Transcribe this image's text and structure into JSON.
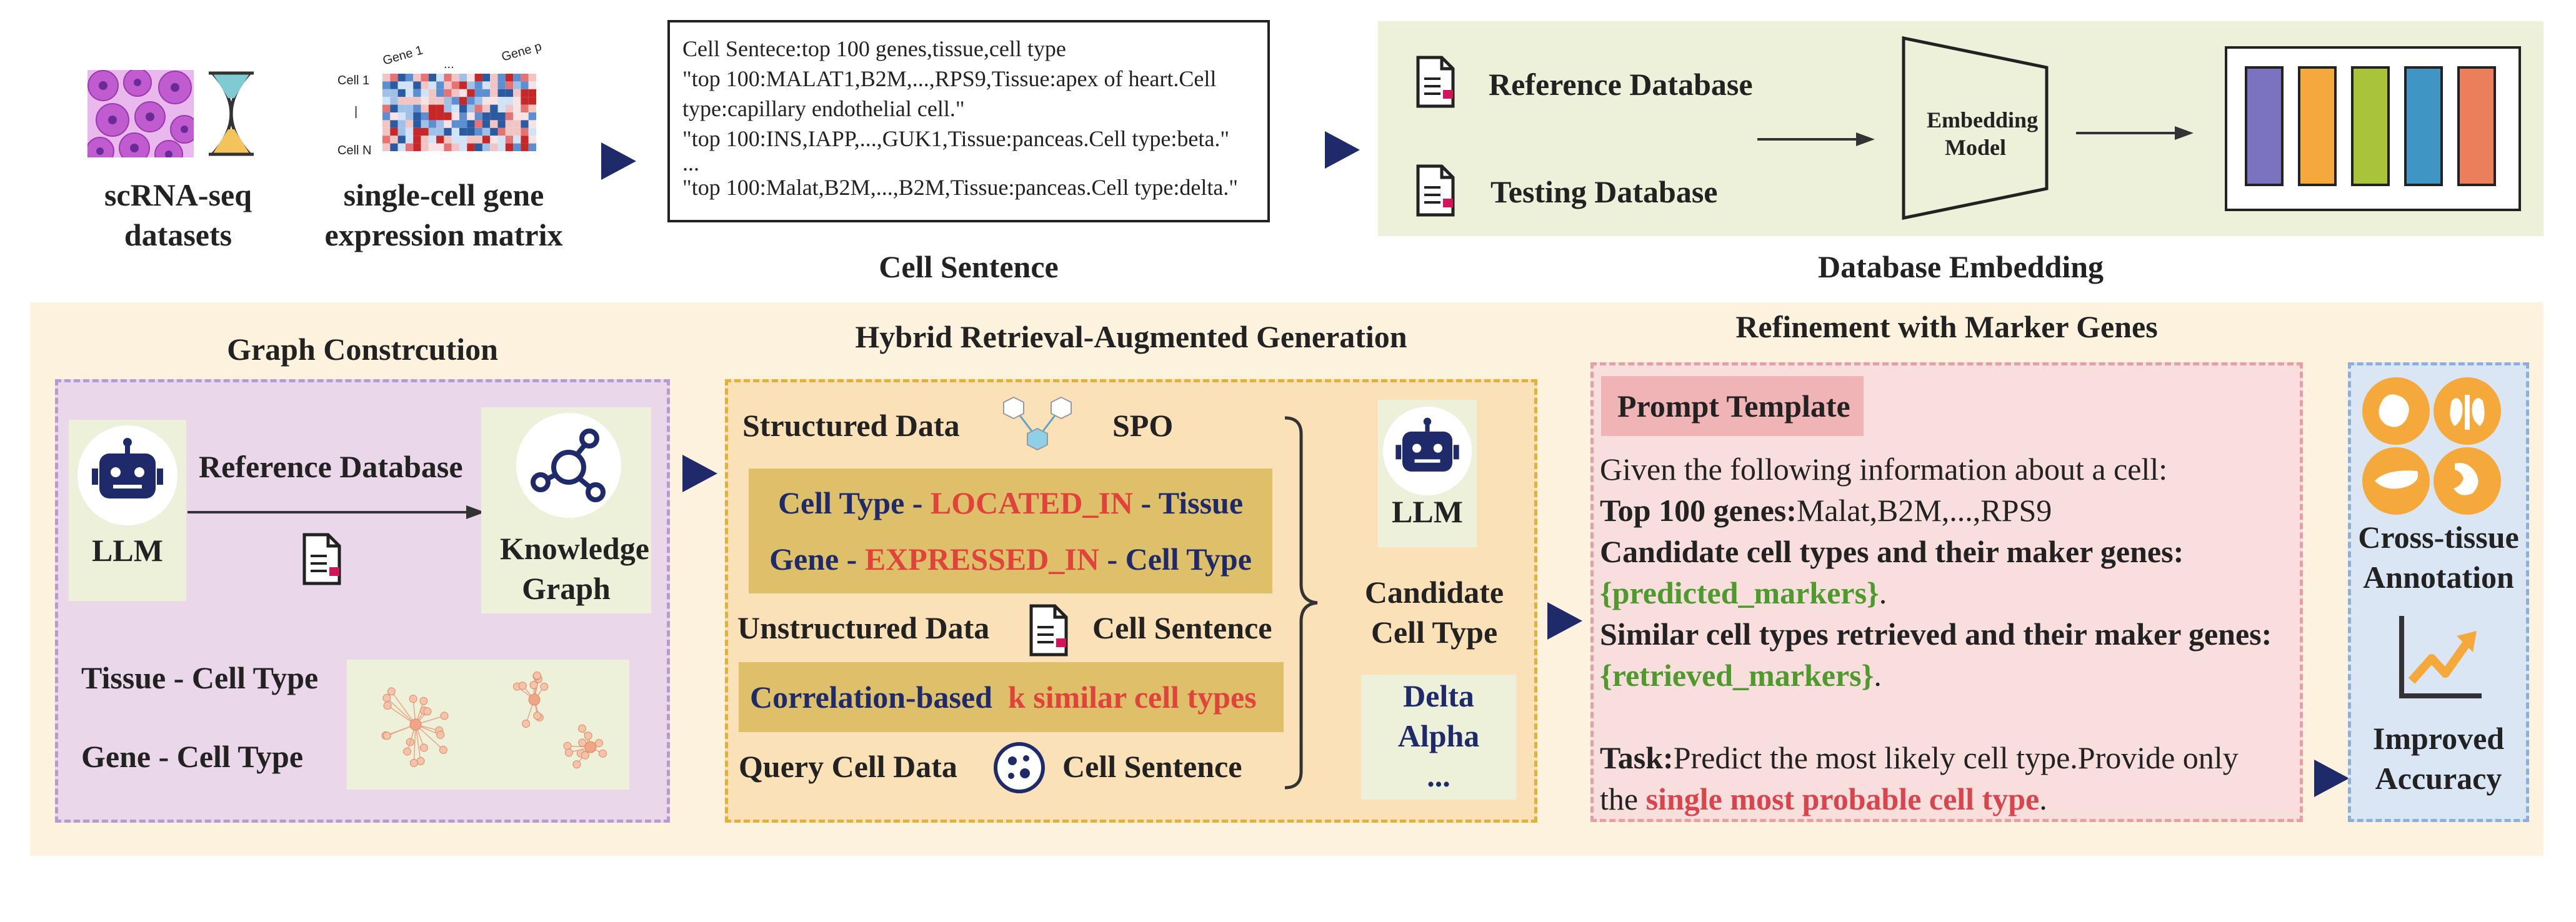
{
  "top": {
    "datasets_label": "scRNA-seq datasets",
    "matrix_label": "single-cell gene expression matrix",
    "matrix_cell1": "Cell 1",
    "matrix_celln": "Cell N",
    "matrix_dash": "|",
    "matrix_gene1": "Gene 1",
    "matrix_genedots": "...",
    "matrix_genep": "Gene p",
    "cell_sentence_lines": [
      "Cell Sentece:top 100 genes,tissue,cell type",
      "\"top 100:MALAT1,B2M,...,RPS9,Tissue:apex of heart.Cell type:capillary endothelial cell.\"",
      "\"top 100:INS,IAPP,...,GUK1,Tissue:panceas.Cell type:beta.\"",
      "...",
      "\"top 100:Malat,B2M,...,B2M,Tissue:panceas.Cell type:delta.\""
    ],
    "cell_sentence_title": "Cell Sentence",
    "db_embedding_title": "Database Embedding",
    "reference_db": "Reference Database",
    "testing_db": "Testing Database",
    "embedding_model": "Embedding Model",
    "bar_colors": [
      "#7b72c0",
      "#f5a93a",
      "#a9c33a",
      "#3f95c4",
      "#ec7f5b"
    ]
  },
  "graph": {
    "title": "Graph Constrcution",
    "llm": "LLM",
    "reference_db": "Reference Database",
    "kg": "Knowledge Graph",
    "tissue_celltype": "Tissue - Cell Type",
    "gene_celltype": "Gene - Cell Type"
  },
  "hybrid": {
    "title": "Hybrid Retrieval-Augmented Generation",
    "structured": "Structured Data",
    "spo": "SPO",
    "r1_a": "Cell Type",
    "r1_sep1": " - ",
    "r1_rel": "LOCATED_IN",
    "r1_sep2": " - ",
    "r1_b": "Tissue",
    "r2_a": "Gene",
    "r2_sep1": " - ",
    "r2_rel": "EXPRESSED_IN",
    "r2_sep2": " - ",
    "r2_b": "Cell Type",
    "unstructured": "Unstructured Data",
    "cell_sentence": "Cell Sentence",
    "corr": "Correlation-based",
    "ksim": "k similar cell types",
    "query": "Query Cell Data",
    "query_sentence": "Cell Sentence",
    "llm": "LLM",
    "candidate": "Candidate Cell Type",
    "cand_items": [
      "Delta",
      "Alpha",
      "..."
    ]
  },
  "refine": {
    "title": "Refinement with Marker Genes",
    "template": "Prompt Template",
    "intro": "Given the following information about a cell:",
    "top_label": "Top 100 genes:",
    "top_value": "Malat,B2M,...,RPS9",
    "cand_label": "Candidate cell types and their maker genes:",
    "pred": "{predicted_markers}",
    "period1": ".",
    "sim_label": "Similar cell types retrieved and their maker genes:",
    "retr": "{retrieved_markers}",
    "period2": ".",
    "task_label": "Task:",
    "task_text1": "Predict the most likely cell type.Provide only",
    "task_text2": "the ",
    "task_red": "single most probable cell type",
    "period3": "."
  },
  "right": {
    "cross": "Cross-tissue Annotation",
    "improved": "Improved Accuracy"
  }
}
